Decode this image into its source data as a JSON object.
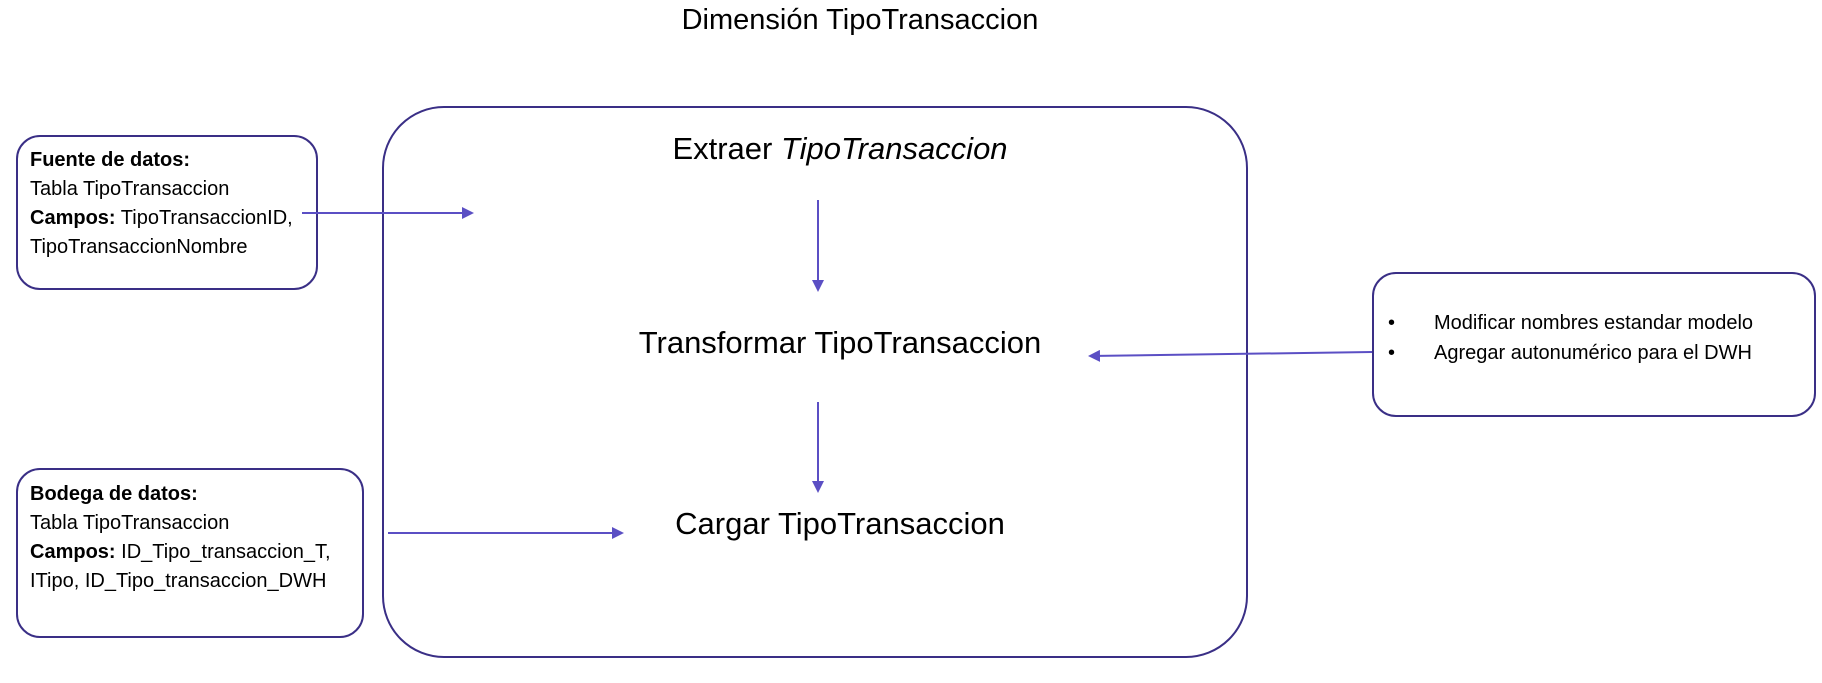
{
  "title": "Dimensión TipoTransaccion",
  "source": {
    "heading": "Fuente de datos:",
    "table": "Tabla TipoTransaccion",
    "fields_label": "Campos:",
    "fields_line1": " TipoTransaccionID,",
    "fields_line2": "TipoTransaccionNombre"
  },
  "warehouse": {
    "heading": "Bodega de datos:",
    "table": "Tabla TipoTransaccion",
    "fields_label": "Campos:",
    "fields_line1": " ID_Tipo_transaccion_T,",
    "fields_line2": "ITipo, ID_Tipo_transaccion_DWH"
  },
  "steps": {
    "extract_prefix": "Extraer ",
    "extract_entity": "TipoTransaccion",
    "transform": "Transformar TipoTransaccion",
    "load": "Cargar TipoTransaccion"
  },
  "notes": [
    "Modificar nombres estandar modelo",
    "Agregar autonumérico para el DWH"
  ],
  "colors": {
    "box_border": "#3a2f86",
    "arrow": "#5b4fc4"
  }
}
